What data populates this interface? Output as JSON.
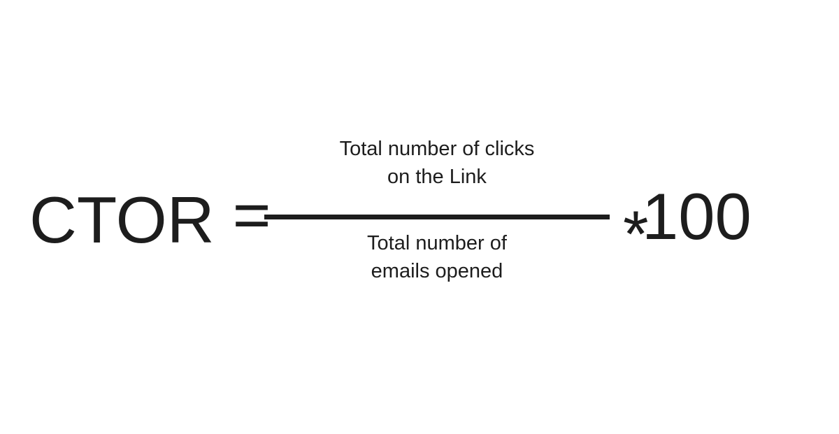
{
  "formula": {
    "lhs": "CTOR",
    "equals_sign": "=",
    "numerator": {
      "line1": "Total number of clicks",
      "line2": "on the Link"
    },
    "denominator": {
      "line1": "Total number of",
      "line2": "emails opened"
    },
    "multiply_sign": "*",
    "multiplier": "100"
  },
  "semantics": {
    "description": "CTOR equals total clicks on the link divided by total emails opened, times 100"
  },
  "colors": {
    "text": "#1d1d1d",
    "background": "#ffffff"
  }
}
